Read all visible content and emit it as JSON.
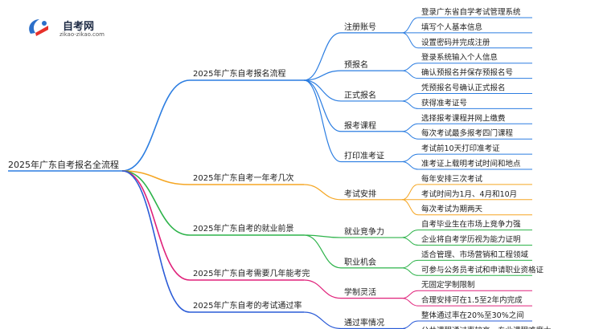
{
  "logo": {
    "title": "自考网",
    "subtitle": "zikao-zikao.com"
  },
  "root": "2025年广东自考报名全流程",
  "branches": [
    {
      "label": "2025年广东自考报名流程",
      "color": "#2b7de1",
      "groups": [
        {
          "label": "注册账号",
          "leaves": [
            "登录广东省自学考试管理系统",
            "填写个人基本信息",
            "设置密码并完成注册"
          ]
        },
        {
          "label": "预报名",
          "leaves": [
            "登录系统输入个人信息",
            "确认预报名并保存预报名号"
          ]
        },
        {
          "label": "正式报名",
          "leaves": [
            "凭预报名号确认正式报名",
            "获得准考证号"
          ]
        },
        {
          "label": "报考课程",
          "leaves": [
            "选择报考课程并网上缴费",
            "每次考试最多报考四门课程"
          ]
        },
        {
          "label": "打印准考证",
          "leaves": [
            "考试前10天打印准考证",
            "准考证上载明考试时间和地点"
          ]
        }
      ]
    },
    {
      "label": "2025年广东自考一年考几次",
      "color": "#f5a623",
      "groups": [
        {
          "label": "考试安排",
          "leaves": [
            "每年安排三次考试",
            "考试时间为1月、4月和10月",
            "每次考试为期两天"
          ]
        }
      ]
    },
    {
      "label": "2025年广东自考的就业前景",
      "color": "#2db34a",
      "groups": [
        {
          "label": "就业竞争力",
          "leaves": [
            "自考毕业生在市场上竞争力强",
            "企业将自考学历视为能力证明"
          ]
        },
        {
          "label": "职业机会",
          "leaves": [
            "适合管理、市场营销和工程领域",
            "可参与公务员考试和申请职业资格证"
          ]
        }
      ]
    },
    {
      "label": "2025年广东自考需要几年能考完",
      "color": "#e0217a",
      "groups": [
        {
          "label": "学制灵活",
          "leaves": [
            "无固定学制限制",
            "合理安排可在1.5至2年内完成"
          ]
        }
      ]
    },
    {
      "label": "2025年广东自考的考试通过率",
      "color": "#2a5bd7",
      "groups": [
        {
          "label": "通过率情况",
          "leaves": [
            "整体通过率在20%至30%之间",
            "公共课程通过率较高，专业课程难度大"
          ]
        }
      ]
    }
  ]
}
